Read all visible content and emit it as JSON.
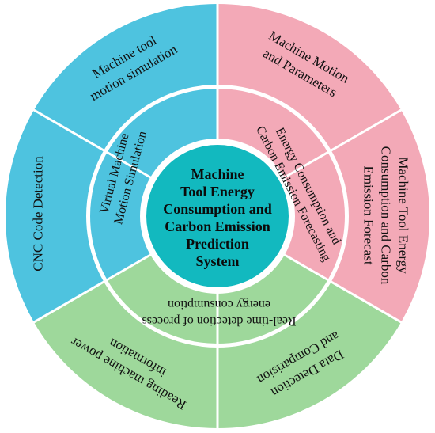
{
  "colors": {
    "blue": "#4ec3df",
    "pink": "#f3a9b7",
    "green": "#9ed89b",
    "teal": "#12b9bf",
    "separator": "#ffffff"
  },
  "center": {
    "lines": [
      "Machine",
      "Tool Energy",
      "Consumption and",
      "Carbon Emission",
      "Prediction",
      "System"
    ]
  },
  "middle_ring": {
    "blue_label": [
      "Virtual Machine",
      "Motion Simulation"
    ],
    "pink_label": [
      "Energy Consumption and",
      "Carbon Emission Forecasting"
    ],
    "green_label": [
      "Real-time detection of process",
      "energy consumption"
    ]
  },
  "outer_ring": {
    "blue_top": [
      "Machine tool",
      "motion simulation"
    ],
    "blue_left": [
      "CNC Code Detection"
    ],
    "pink_top": [
      "Machine Motion",
      "and Parameters"
    ],
    "pink_right": [
      "Machine Tool Energy",
      "Consumption and Carbon",
      "Emission Forecast"
    ],
    "green_left": [
      "Reading machine power",
      "information"
    ],
    "green_right": [
      "Data Detection",
      "and Comparision"
    ]
  }
}
